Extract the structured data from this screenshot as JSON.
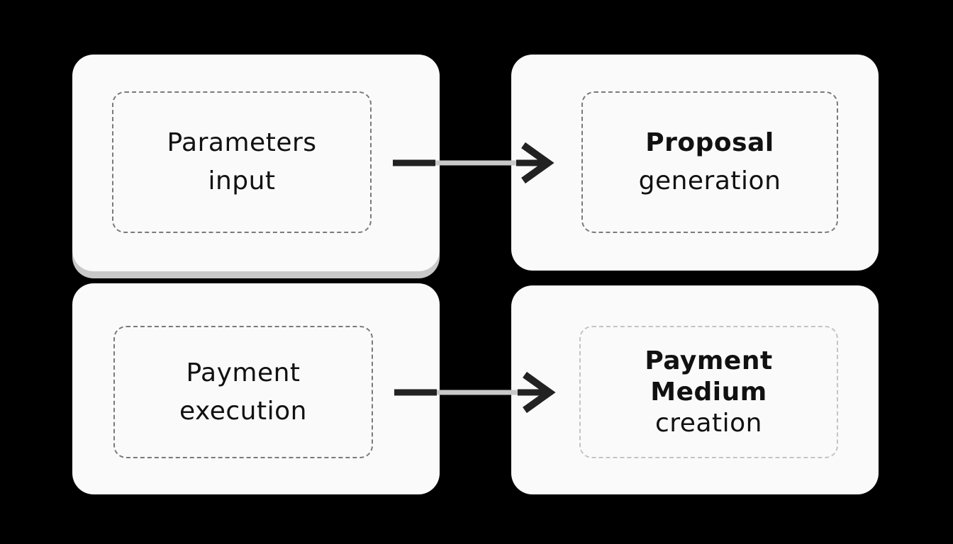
{
  "diagram": {
    "nodes": [
      {
        "id": "parameters-input",
        "lines": [
          "Parameters",
          "input"
        ],
        "weights": [
          "regular",
          "regular"
        ]
      },
      {
        "id": "proposal-generation",
        "lines": [
          "Proposal",
          "generation"
        ],
        "weights": [
          "bold",
          "regular"
        ]
      },
      {
        "id": "payment-execution",
        "lines": [
          "Payment",
          "execution"
        ],
        "weights": [
          "regular",
          "regular"
        ]
      },
      {
        "id": "payment-medium-creation",
        "lines": [
          "Payment",
          "Medium",
          "creation"
        ],
        "weights": [
          "bold",
          "bold",
          "regular"
        ]
      }
    ],
    "edges": [
      {
        "from": "parameters-input",
        "to": "proposal-generation"
      },
      {
        "from": "payment-execution",
        "to": "payment-medium-creation"
      }
    ],
    "colors": {
      "background": "#000000",
      "card": "#fafafa",
      "dashed_border": "#7a7a7a",
      "text": "#111111",
      "arrow_dark": "#222222",
      "arrow_light": "#c8c8c8"
    }
  }
}
